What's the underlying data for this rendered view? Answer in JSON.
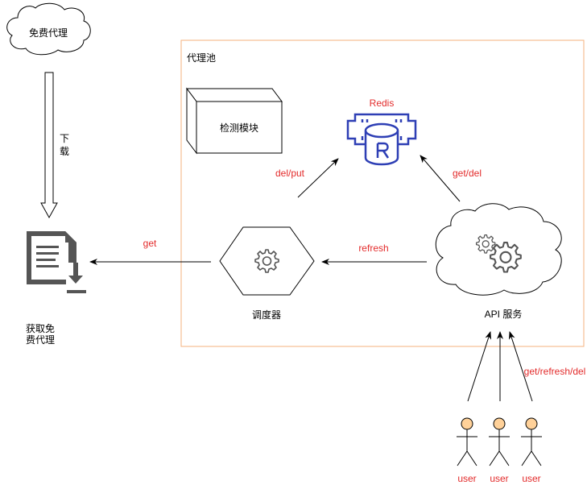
{
  "colors": {
    "frame": "#f5b27c",
    "redis": "#2e3fb5",
    "edge_label": "#e32b2b",
    "icon_gray": "#555555",
    "actor_fill": "#ffd199",
    "actor_stroke": "#cc7a29"
  },
  "nodes": {
    "free_proxy": "免费代理",
    "pool_title": "代理池",
    "checker": "检测模块",
    "redis": "Redis",
    "scheduler": "调度器",
    "api": "API 服务",
    "fetch_line1": "获取免",
    "fetch_line2": "费代理",
    "download_line1": "下",
    "download_line2": "载"
  },
  "edges": {
    "del_put": "del/put",
    "get_del": "get/del",
    "refresh": "refresh",
    "get": "get",
    "get_refresh_del": "get/refresh/del"
  },
  "users": [
    "user",
    "user",
    "user"
  ],
  "icons": {
    "cloud": "cloud-icon",
    "redis": "redis-icon",
    "gear": "gear-icon",
    "document_download": "document-download-icon",
    "actor": "user-actor-icon"
  }
}
